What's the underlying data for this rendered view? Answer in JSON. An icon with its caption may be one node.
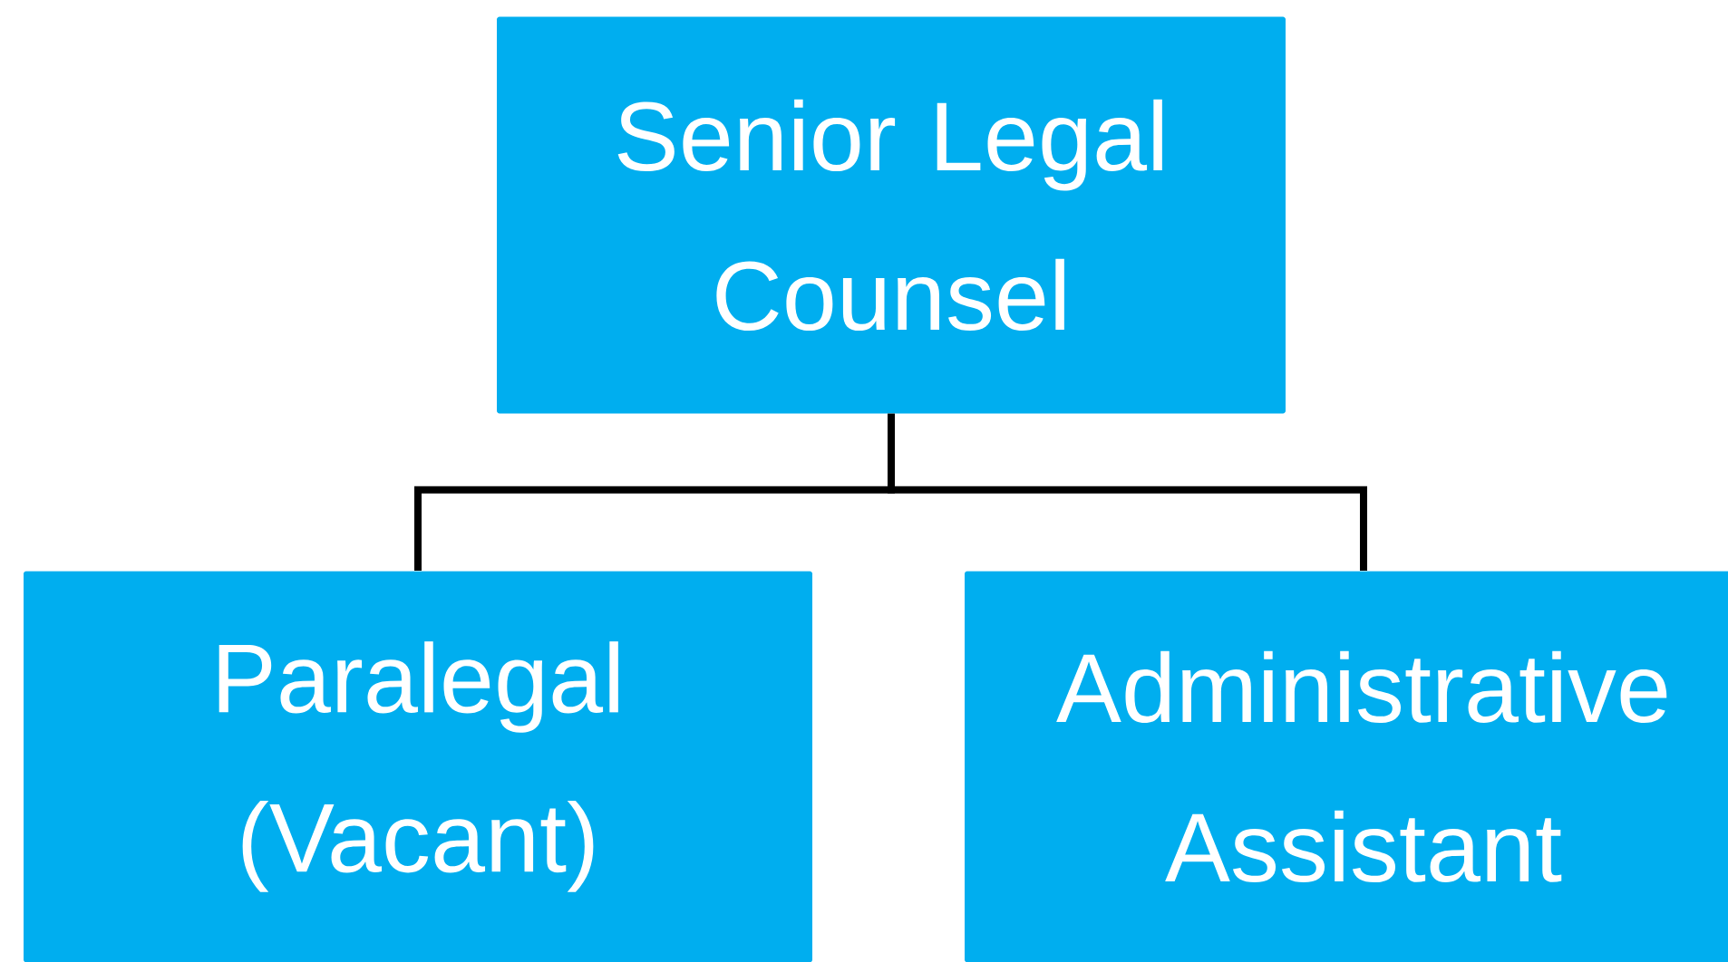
{
  "diagram": {
    "nodes": [
      {
        "text": [
          "Senior Legal Counsel"
        ]
      },
      {
        "text": [
          "Paralegal (Vacant)"
        ]
      },
      {
        "text": [
          "Administrative Assistant"
        ]
      }
    ],
    "edges": [
      {
        "from": 0,
        "to": 1,
        "arrow": "none"
      },
      {
        "from": 0,
        "to": 2,
        "arrow": "none"
      }
    ]
  }
}
